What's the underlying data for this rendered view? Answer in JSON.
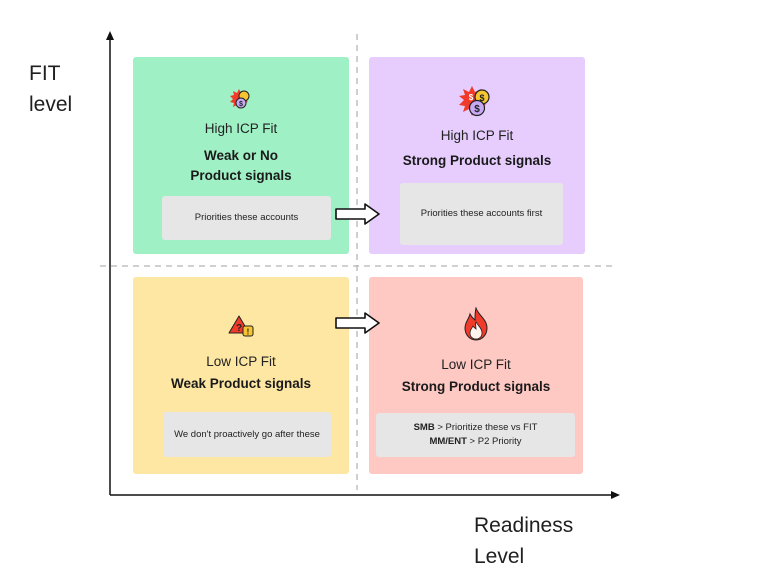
{
  "axes": {
    "y_label_line1": "FIT",
    "y_label_line2": "level",
    "x_label_line1": "Readiness",
    "x_label_line2": "Level"
  },
  "quadrants": {
    "top_left": {
      "fit": "High ICP Fit",
      "signal_line1": "Weak or No",
      "signal_line2": "Product signals",
      "note": "Priorities these accounts",
      "icon": "money-burst-icon",
      "color": "#a0f0c5"
    },
    "top_right": {
      "fit": "High ICP Fit",
      "signal": "Strong Product signals",
      "note": "Priorities these accounts first",
      "icon": "money-burst-icon",
      "color": "#e6cdfd"
    },
    "bottom_left": {
      "fit": "Low ICP Fit",
      "signal": "Weak Product signals",
      "note": "We don't proactively go after these",
      "icon": "warning-icon",
      "color": "#fde7a2"
    },
    "bottom_right": {
      "fit": "Low ICP Fit",
      "signal": "Strong Product signals",
      "note_line1_bold": "SMB",
      "note_line1_rest": " > Prioritize these vs FIT",
      "note_line2_bold": "MM/ENT",
      "note_line2_rest": " > P2 Priority",
      "icon": "fire-icon",
      "color": "#fec8c3"
    }
  }
}
